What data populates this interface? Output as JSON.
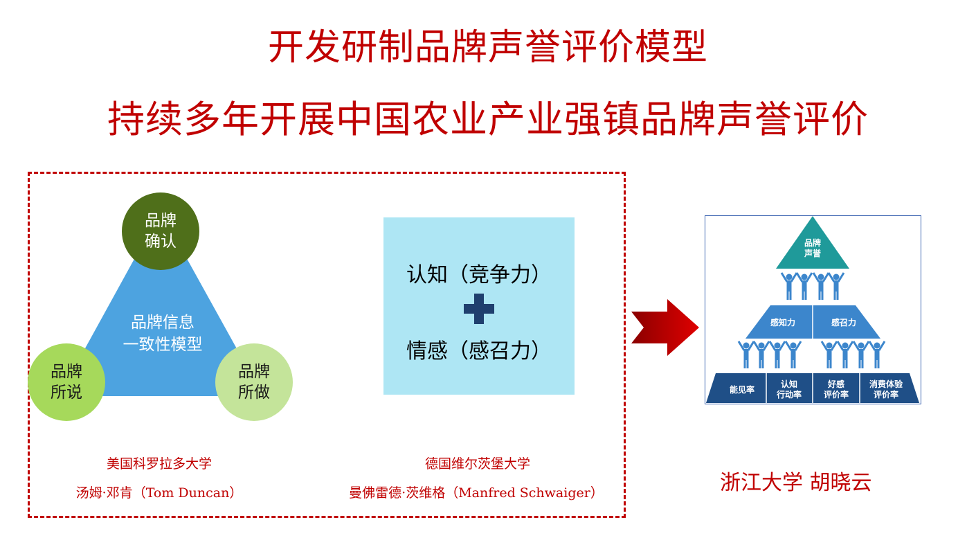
{
  "title_line1": "开发研制品牌声誉评价模型",
  "title_line2": "持续多年开展中国农业产业强镇品牌声誉评价",
  "triangle_model": {
    "top_circle": [
      "品牌",
      "确认"
    ],
    "left_circle": [
      "品牌",
      "所说"
    ],
    "right_circle": [
      "品牌",
      "所做"
    ],
    "center_text": [
      "品牌信息",
      "一致性模型"
    ],
    "colors": {
      "triangle": "#4da3e0",
      "top": "#4f6f1a",
      "left": "#a6d95b",
      "right": "#c4e49a"
    }
  },
  "caption_left": [
    "美国科罗拉多大学",
    "汤姆·邓肯（Tom Duncan）"
  ],
  "model_box": {
    "line1": "认知（竞争力）",
    "line2": "情感（感召力）",
    "plus_symbol": "plus-icon",
    "colors": {
      "background": "#aee6f4",
      "plus": "#1f3f6e"
    }
  },
  "caption_right": [
    "德国维尔茨堡大学",
    "曼佛雷德·茨维格（Manfred Schwaiger）"
  ],
  "arrow": {
    "icon": "right-arrow-icon",
    "color": "#c00000"
  },
  "pyramid": {
    "top": [
      "品牌",
      "声誉"
    ],
    "middle": [
      "感知力",
      "感召力"
    ],
    "bottom": [
      [
        "能见率"
      ],
      [
        "认知",
        "行动率"
      ],
      [
        "好感",
        "评价率"
      ],
      [
        "消费体验",
        "评价率"
      ]
    ],
    "colors": {
      "top": "#1f9a9a",
      "middle": "#3c86cc",
      "bottom": "#1f4f87",
      "figures": "#3c86cc"
    }
  },
  "author": "浙江大学  胡晓云"
}
